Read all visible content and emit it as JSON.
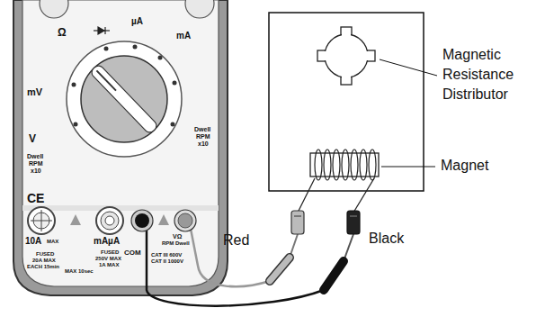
{
  "diagram": {
    "labels": [
      "Magnetic Resistance Distributor",
      "Magnet",
      "Red",
      "Black",
      "Ω",
      "µA",
      "mA",
      "mV",
      "V",
      "Dwell",
      "RPM",
      "x10",
      "Dwell",
      "RPM",
      "x10",
      "CE",
      "10A",
      "MAX",
      "mAµA",
      "COM",
      "VΩ",
      "RPM Dwell",
      "FUSED",
      "20A MAX",
      "EACH 15min",
      "FUSED",
      "250V MAX",
      "1A MAX",
      "MAX 10sec",
      "CAT III 600V",
      "CAT II 1000V"
    ]
  }
}
